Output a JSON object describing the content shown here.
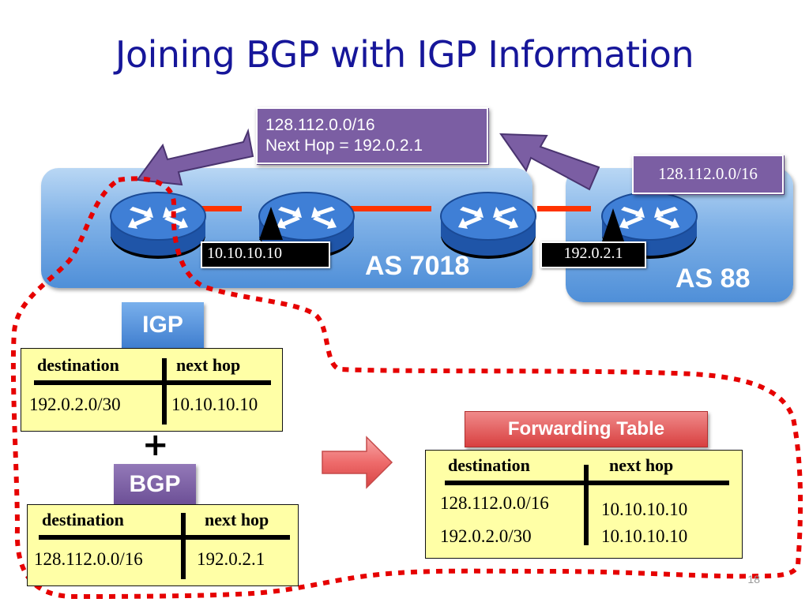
{
  "slide": {
    "title": "Joining BGP with IGP Information",
    "page_number": "18"
  },
  "network": {
    "as_left_label": "AS 7018",
    "as_right_label": "AS 88",
    "callout_top_line1": "128.112.0.0/16",
    "callout_top_line2": "Next  Hop = 192.0.2.1",
    "callout_right": "128.112.0.0/16",
    "ip_tag_left": "10.10.10.10",
    "ip_tag_right": "192.0.2.1"
  },
  "igp": {
    "label": "IGP",
    "header_destination": "destination",
    "header_next_hop": "next hop",
    "rows": [
      {
        "destination": "192.0.2.0/30",
        "next_hop": "10.10.10.10"
      }
    ]
  },
  "plus_sign": "+",
  "bgp": {
    "label": "BGP",
    "header_destination": "destination",
    "header_next_hop": "next hop",
    "rows": [
      {
        "destination": "128.112.0.0/16",
        "next_hop": "192.0.2.1"
      }
    ]
  },
  "forwarding": {
    "label": "Forwarding Table",
    "header_destination": "destination",
    "header_next_hop": "next hop",
    "rows": [
      {
        "destination": "128.112.0.0/16",
        "next_hop": "10.10.10.10"
      },
      {
        "destination": "192.0.2.0/30",
        "next_hop": "10.10.10.10"
      }
    ]
  },
  "colors": {
    "title": "#16169a",
    "callout_purple": "#7b5ea3",
    "link_red": "#ff3300",
    "table_yellow": "#ffffa6",
    "dotted_red": "#e60000",
    "igp_blue": "#4a86d4",
    "forwarding_red": "#e44a4a"
  }
}
